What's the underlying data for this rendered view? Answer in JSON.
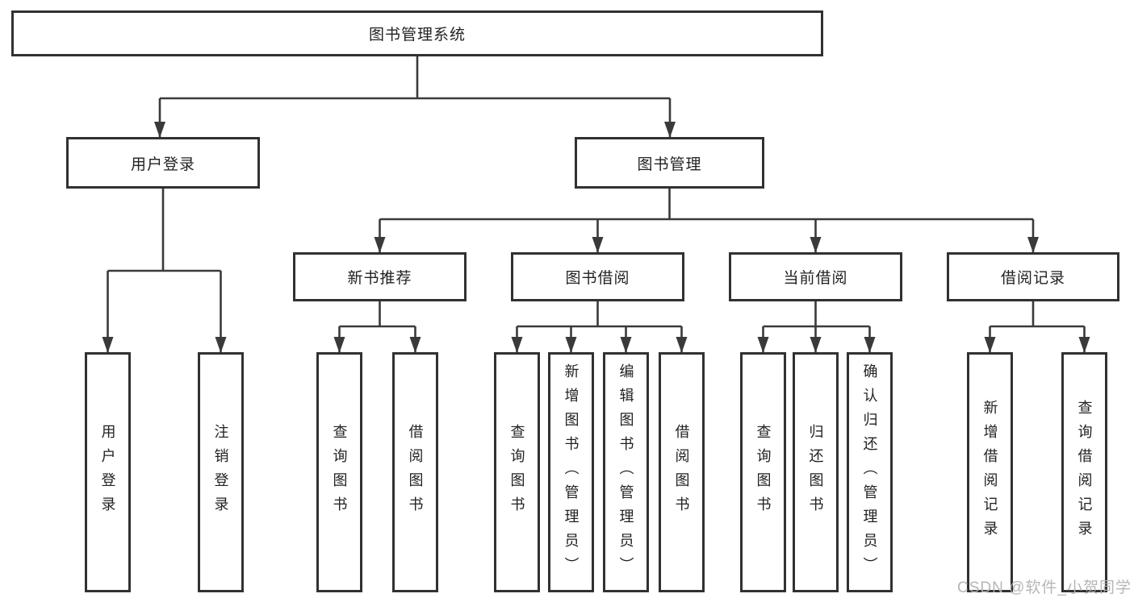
{
  "diagram": {
    "root": {
      "label": "图书管理系统"
    },
    "level2": {
      "login": {
        "label": "用户登录"
      },
      "mgmt": {
        "label": "图书管理"
      }
    },
    "level3": {
      "newrec": {
        "label": "新书推荐"
      },
      "borrow": {
        "label": "图书借阅"
      },
      "current": {
        "label": "当前借阅"
      },
      "records": {
        "label": "借阅记录"
      }
    },
    "leaves": {
      "login": [
        "用户登录",
        "注销登录"
      ],
      "newrec": [
        "查询图书",
        "借阅图书"
      ],
      "borrow": [
        "查询图书",
        "新增图书（管理员）",
        "编辑图书（管理员）",
        "借阅图书"
      ],
      "current": [
        "查询图书",
        "归还图书",
        "确认归还（管理员）"
      ],
      "records": [
        "新增借阅记录",
        "查询借阅记录"
      ]
    }
  },
  "watermark": "CSDN @软件_小贺同学",
  "colors": {
    "line": "#3a3a3a",
    "box_border": "#313131",
    "background": "#ffffff",
    "text": "#222222",
    "watermark": "#b2b2b2"
  }
}
